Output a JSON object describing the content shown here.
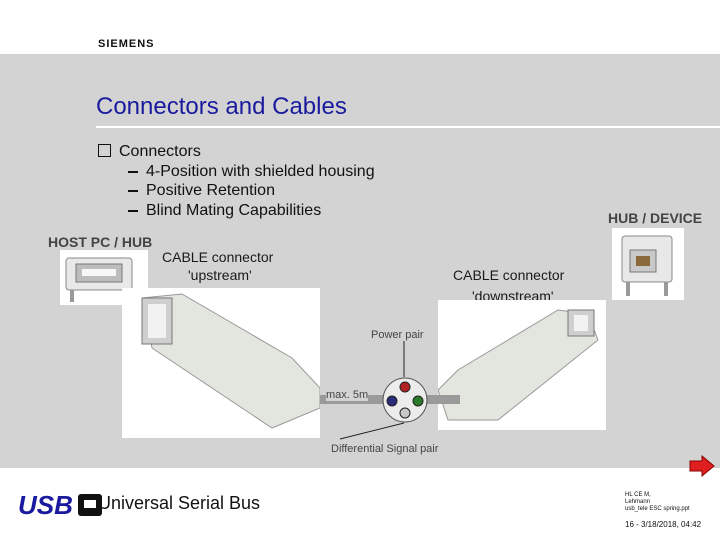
{
  "header": {
    "brand": "SIEMENS"
  },
  "title": "Connectors and Cables",
  "section": {
    "heading": "Connectors",
    "items": [
      "4-Position with shielded housing",
      "Positive Retention",
      "Blind Mating Capabilities"
    ]
  },
  "labels": {
    "host": "HOST PC / HUB",
    "hub_device": "HUB / DEVICE",
    "upstream_line1": "CABLE connector",
    "upstream_line2": "'upstream'",
    "downstream_line1": "CABLE connector",
    "downstream_line2": "'downstream'",
    "power_pair": "Power pair",
    "max_length": "max. 5m",
    "differential": "Differential Signal pair"
  },
  "footer": {
    "usb_logo_text": "USB",
    "title": "Universal Serial Bus",
    "meta_lines": [
      "HL CE M,",
      "Lehmann",
      "usb_tele ESC spring.ppt"
    ],
    "page": "16 - 3/18/2018, 04:42"
  },
  "colors": {
    "title": "#1a1a9e",
    "background_panel": "#d3d3d3",
    "arrow": "#e02020"
  },
  "icons": [
    "checkbox-bullet-icon",
    "next-slide-arrow-icon"
  ]
}
